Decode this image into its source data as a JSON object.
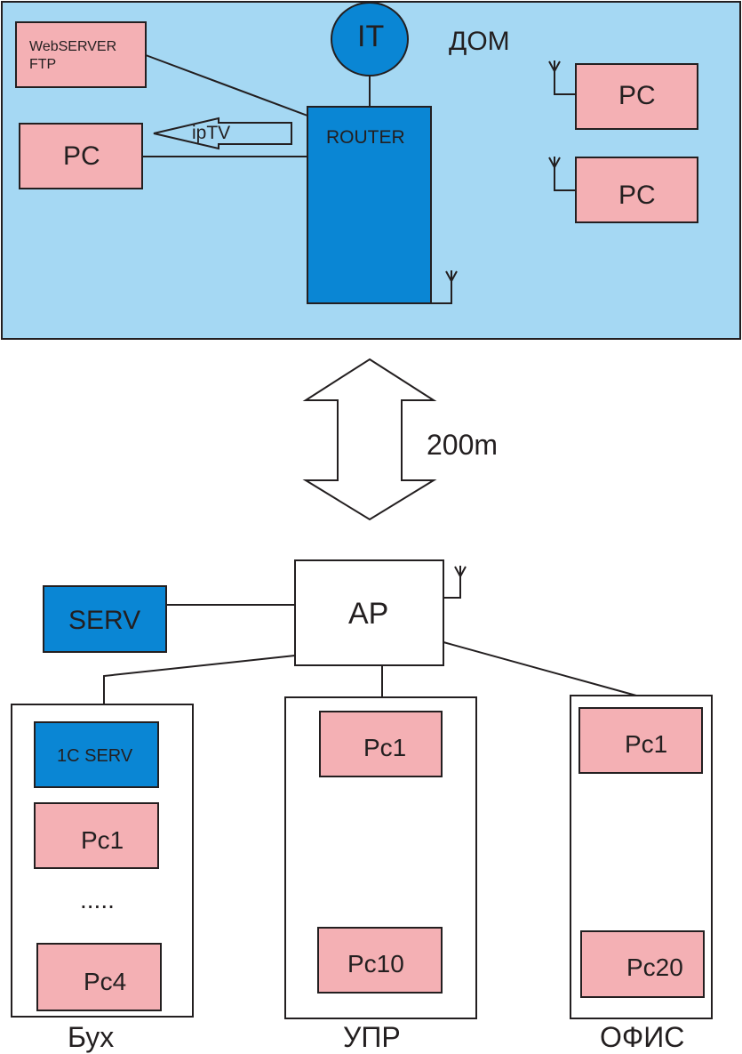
{
  "home": {
    "label": "ДОМ",
    "webserver": {
      "line1": "WebSERVER",
      "line2": "FTP"
    },
    "pc_left": "PC",
    "iptv": "ipTV",
    "router": "ROUTER",
    "it": "IT",
    "pc_right_1": "PC",
    "pc_right_2": "PC"
  },
  "link": {
    "distance": "200m"
  },
  "office": {
    "ap": "AP",
    "serv": "SERV",
    "buh": {
      "title": "Бух",
      "server": "1C SERV",
      "pc_first": "Pc1",
      "ellipsis": ".....",
      "pc_last": "Pc4"
    },
    "upr": {
      "title": "УПР",
      "pc_first": "Pc1",
      "pc_last": "Pc10"
    },
    "ofis": {
      "title": "ОФИС",
      "pc_first": "Pc1",
      "pc_last": "Pc20"
    }
  },
  "colors": {
    "home_bg": "#a5d8f3",
    "device_pink": "#f4b0b4",
    "device_blue": "#0a86d4",
    "stroke": "#231f20"
  }
}
